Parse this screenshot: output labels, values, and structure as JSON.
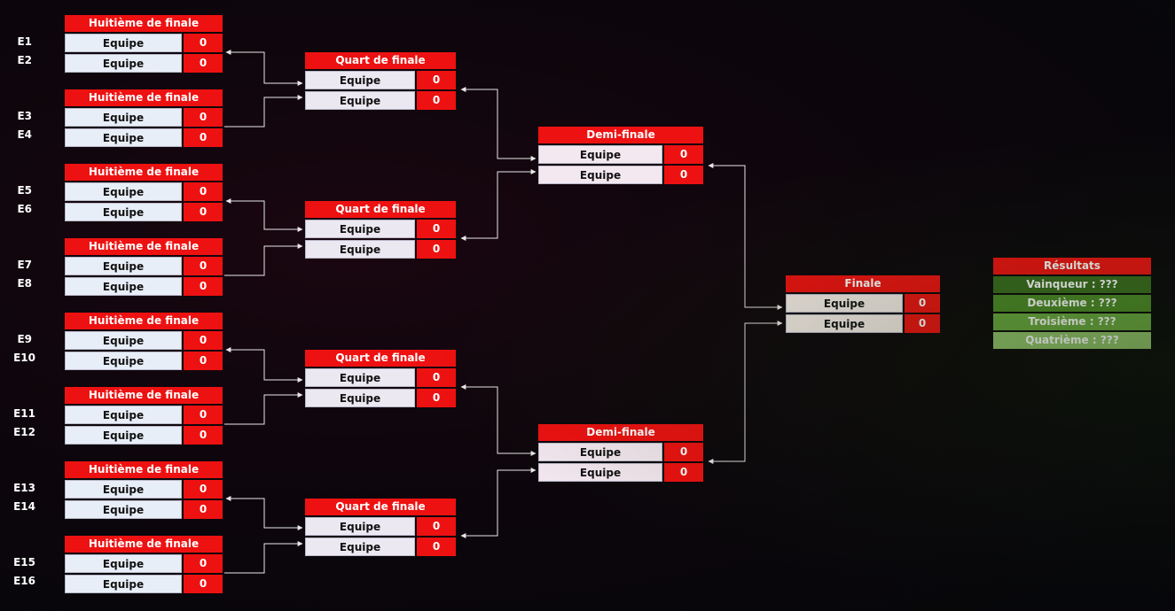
{
  "entries": [
    "E1",
    "E2",
    "E3",
    "E4",
    "E5",
    "E6",
    "E7",
    "E8",
    "E9",
    "E10",
    "E11",
    "E12",
    "E13",
    "E14",
    "E15",
    "E16"
  ],
  "round_of_16": {
    "title": "Huitième de finale",
    "matches": [
      {
        "team1": "Equipe",
        "score1": "0",
        "team2": "Equipe",
        "score2": "0"
      },
      {
        "team1": "Equipe",
        "score1": "0",
        "team2": "Equipe",
        "score2": "0"
      },
      {
        "team1": "Equipe",
        "score1": "0",
        "team2": "Equipe",
        "score2": "0"
      },
      {
        "team1": "Equipe",
        "score1": "0",
        "team2": "Equipe",
        "score2": "0"
      },
      {
        "team1": "Equipe",
        "score1": "0",
        "team2": "Equipe",
        "score2": "0"
      },
      {
        "team1": "Equipe",
        "score1": "0",
        "team2": "Equipe",
        "score2": "0"
      },
      {
        "team1": "Equipe",
        "score1": "0",
        "team2": "Equipe",
        "score2": "0"
      },
      {
        "team1": "Equipe",
        "score1": "0",
        "team2": "Equipe",
        "score2": "0"
      }
    ]
  },
  "quarter_finals": {
    "title": "Quart de finale",
    "matches": [
      {
        "team1": "Equipe",
        "score1": "0",
        "team2": "Equipe",
        "score2": "0"
      },
      {
        "team1": "Equipe",
        "score1": "0",
        "team2": "Equipe",
        "score2": "0"
      },
      {
        "team1": "Equipe",
        "score1": "0",
        "team2": "Equipe",
        "score2": "0"
      },
      {
        "team1": "Equipe",
        "score1": "0",
        "team2": "Equipe",
        "score2": "0"
      }
    ]
  },
  "semi_finals": {
    "title": "Demi-finale",
    "matches": [
      {
        "team1": "Equipe",
        "score1": "0",
        "team2": "Equipe",
        "score2": "0"
      },
      {
        "team1": "Equipe",
        "score1": "0",
        "team2": "Equipe",
        "score2": "0"
      }
    ]
  },
  "final": {
    "title": "Finale",
    "match": {
      "team1": "Equipe",
      "score1": "0",
      "team2": "Equipe",
      "score2": "0"
    }
  },
  "results": {
    "title": "Résultats",
    "items": [
      {
        "label": "Vainqueur : ???",
        "color": "#3a6b1f"
      },
      {
        "label": "Deuxième : ???",
        "color": "#4d8a28"
      },
      {
        "label": "Troisième : ???",
        "color": "#6aa840"
      },
      {
        "label": "Quatrième : ???",
        "color": "#93c46d"
      }
    ]
  },
  "colors": {
    "accent_red": "#ee1111",
    "connector": "#e8e8e8"
  }
}
